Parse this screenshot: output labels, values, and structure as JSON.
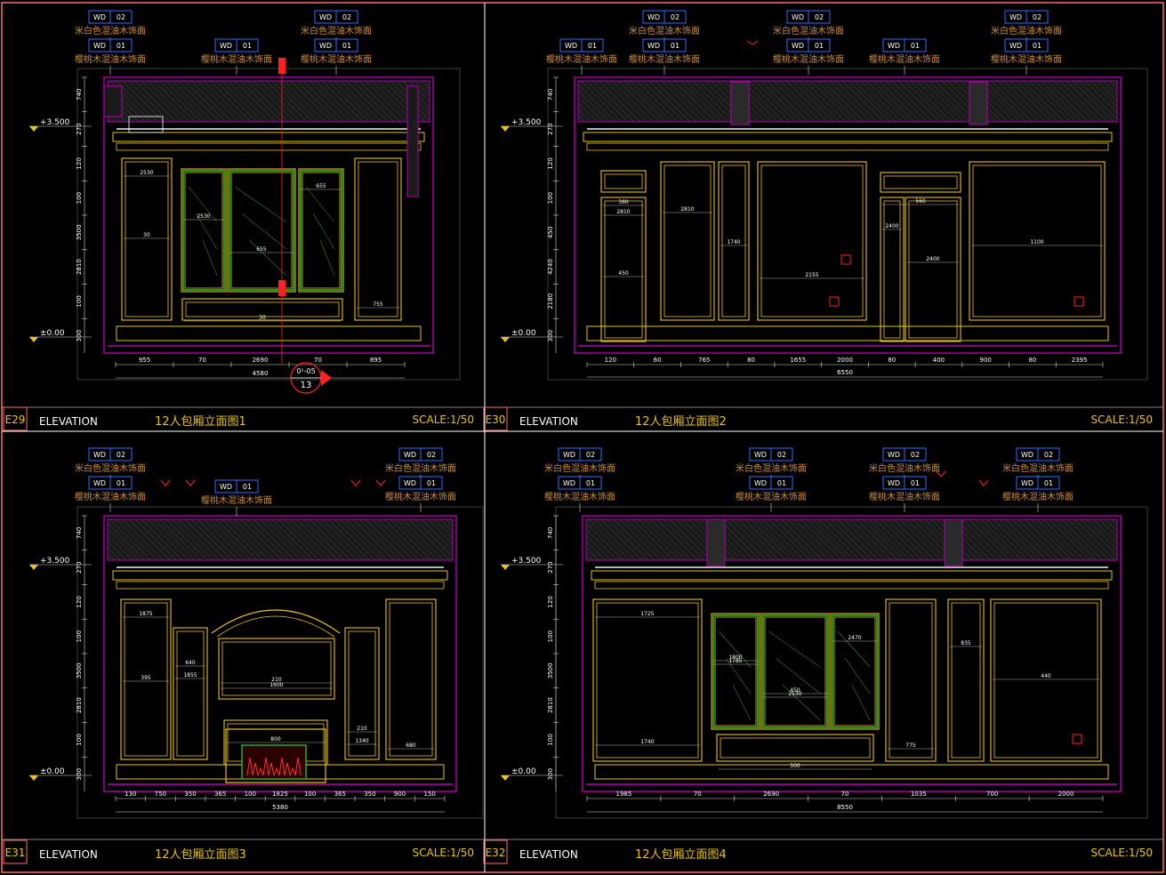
{
  "colors": {
    "bg": "#000000",
    "frame": "#ff6a6a",
    "divider": "#ffffff",
    "wall": "#b400b4",
    "panel": "#e6c21a",
    "molding": "#f3f3f3",
    "dim": "#d8d8d8",
    "glass": "#2fd02f",
    "tag": "#2f6cff",
    "material": "#c98c3a",
    "marker": "#ff2020"
  },
  "tags": {
    "code": "WD",
    "no_02": "02",
    "no_01": "01"
  },
  "materials": {
    "white": "米白色混油木饰面",
    "cherry": "樱桃木混油木饰面"
  },
  "levels": {
    "ceiling": "+3.500",
    "floor": "±0.00"
  },
  "section_marker": {
    "ref": "0¹-05",
    "no": "13"
  },
  "panels": [
    {
      "code": "E29",
      "word": "ELEVATION",
      "title": "12人包厢立面图1",
      "scale": "SCALE:1/50",
      "vdims": [
        "740",
        "270",
        "120",
        "100",
        "3500",
        "2810",
        "100",
        "300"
      ],
      "hdims": [
        "955",
        "70",
        "2690",
        "70",
        "895"
      ],
      "total": "4580",
      "inner": [
        "2530",
        "2530",
        "655",
        "655",
        "755",
        "30",
        "30"
      ]
    },
    {
      "code": "E30",
      "word": "ELEVATION",
      "title": "12人包厢立面图2",
      "scale": "SCALE:1/50",
      "vdims": [
        "740",
        "270",
        "120",
        "100",
        "450",
        "4240",
        "2180",
        "300"
      ],
      "hdims": [
        "120",
        "60",
        "765",
        "80",
        "1655",
        "2000",
        "80",
        "400",
        "900",
        "80",
        "2395"
      ],
      "total": "6550",
      "inner": [
        "2810",
        "2810",
        "1740",
        "2155",
        "2400",
        "2400",
        "1100",
        "360",
        "560",
        "450"
      ]
    },
    {
      "code": "E31",
      "word": "ELEVATION",
      "title": "12人包厢立面图3",
      "scale": "SCALE:1/50",
      "vdims": [
        "740",
        "270",
        "120",
        "100",
        "3500",
        "2810",
        "100",
        "300"
      ],
      "hdims": [
        "130",
        "750",
        "350",
        "365",
        "100",
        "1825",
        "100",
        "365",
        "350",
        "900",
        "150"
      ],
      "total": "5380",
      "inner": [
        "1875",
        "1855",
        "1600",
        "1340",
        "680",
        "800",
        "395",
        "640",
        "210",
        "210"
      ]
    },
    {
      "code": "E32",
      "word": "ELEVATION",
      "title": "12人包厢立面图4",
      "scale": "SCALE:1/50",
      "vdims": [
        "740",
        "270",
        "120",
        "100",
        "3500",
        "2810",
        "100",
        "300"
      ],
      "hdims": [
        "1985",
        "70",
        "2690",
        "70",
        "1035",
        "700",
        "2000"
      ],
      "total": "8550",
      "inner": [
        "1725",
        "1785",
        "2530",
        "2470",
        "775",
        "835",
        "440",
        "500",
        "1740",
        "1800",
        "450"
      ]
    }
  ]
}
